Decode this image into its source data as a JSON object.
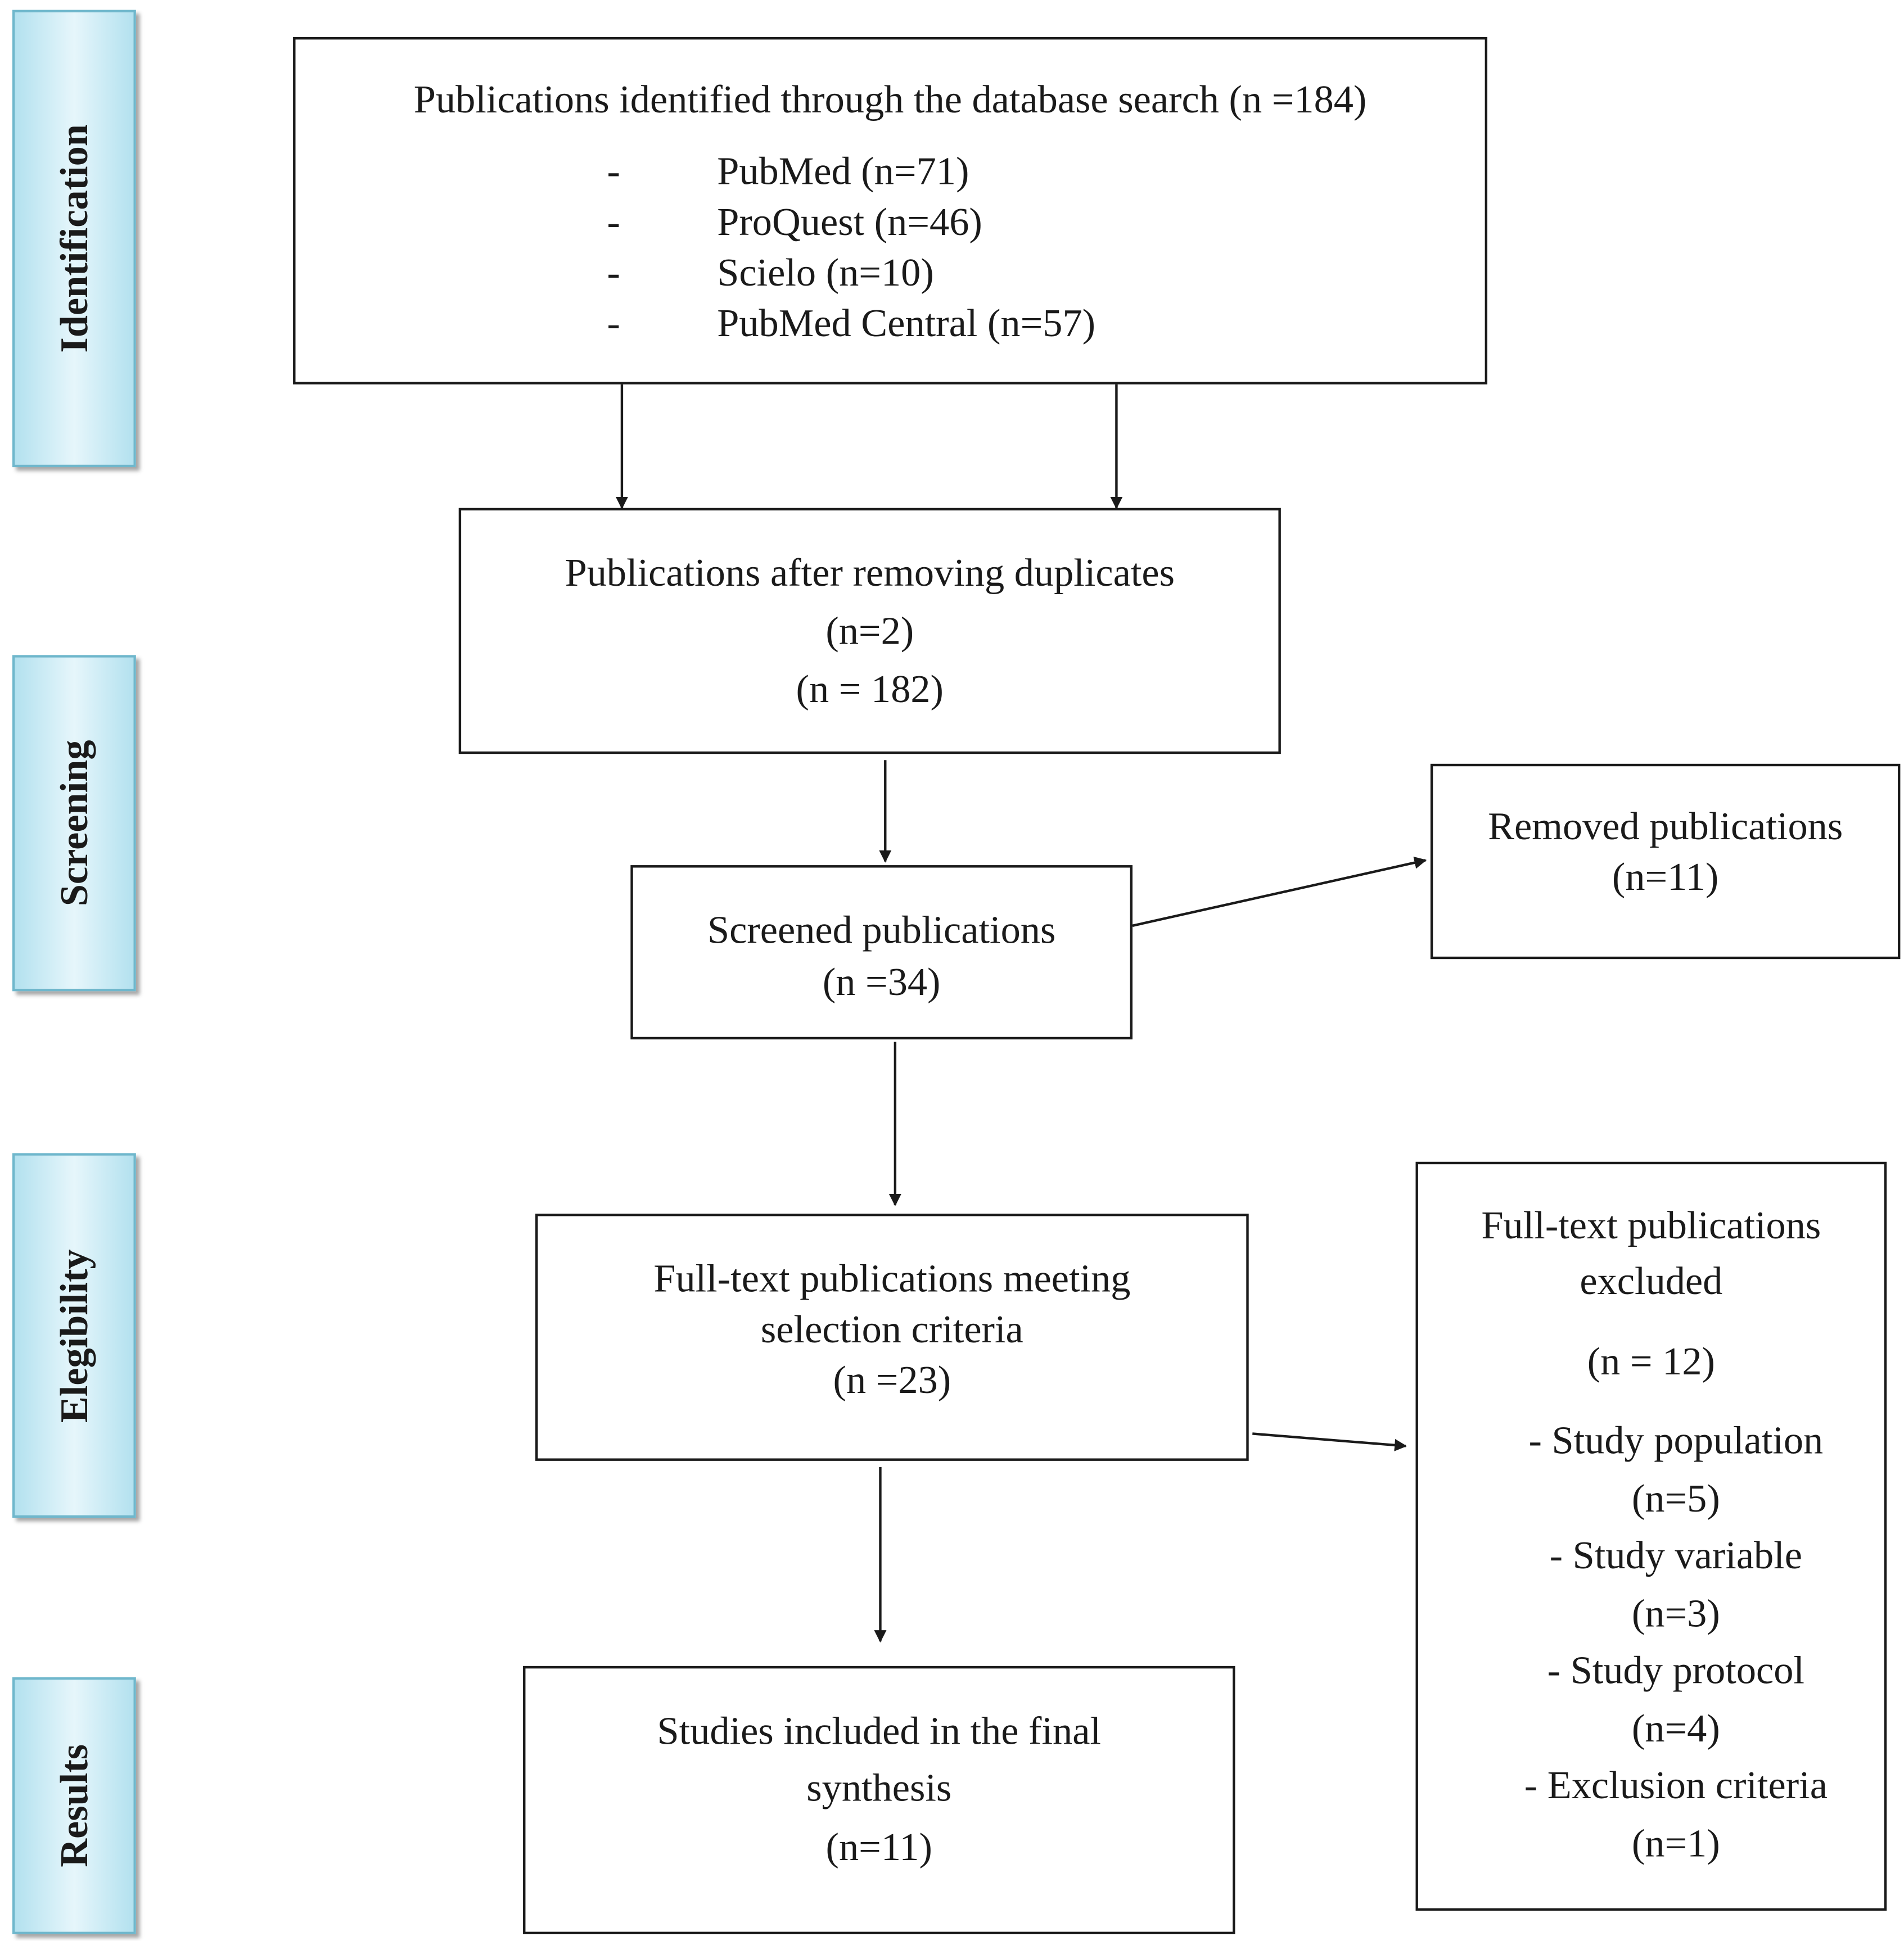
{
  "phases": {
    "identification": "Identification",
    "screening": "Screening",
    "elegibility": "Elegibility",
    "results": "Results"
  },
  "identified": {
    "title": "Publications identified through the database search (n =184)",
    "sources": [
      {
        "bullet": "-",
        "label": "PubMed (n=71)"
      },
      {
        "bullet": "-",
        "label": "ProQuest (n=46)"
      },
      {
        "bullet": "-",
        "label": "Scielo (n=10)"
      },
      {
        "bullet": "-",
        "label": "PubMed Central (n=57)"
      }
    ]
  },
  "duplicates": {
    "line1": "Publications after removing duplicates",
    "line2": "(n=2)",
    "line3": "(n = 182)"
  },
  "screened": {
    "line1": "Screened publications",
    "line2": "(n =34)"
  },
  "removed": {
    "line1": "Removed publications",
    "line2": "(n=11)"
  },
  "fulltext": {
    "line1": "Full-text publications meeting",
    "line2": "selection criteria",
    "line3": "(n =23)"
  },
  "excluded": {
    "line1": "Full-text publications",
    "line2": "excluded",
    "count": "(n = 12)",
    "reasons": [
      {
        "label": "- Study population",
        "n": "(n=5)"
      },
      {
        "label": "- Study variable",
        "n": "(n=3)"
      },
      {
        "label": "- Study protocol",
        "n": "(n=4)"
      },
      {
        "label": "- Exclusion criteria",
        "n": "(n=1)"
      }
    ]
  },
  "included": {
    "line1": "Studies included in the final",
    "line2": "synthesis",
    "line3": "(n=11)"
  }
}
